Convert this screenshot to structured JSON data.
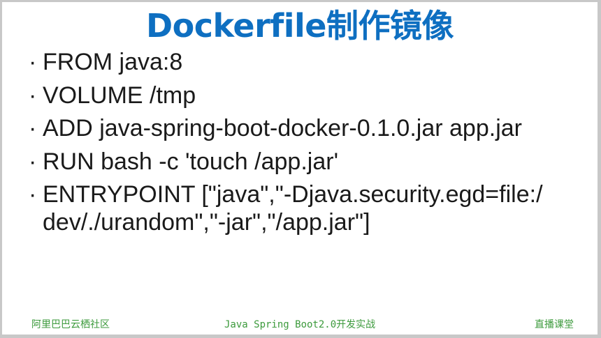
{
  "slide": {
    "title": "Dockerfile制作镜像",
    "bullet_symbol": "·",
    "bullets": [
      "FROM java:8",
      "VOLUME /tmp",
      "ADD java-spring-boot-docker-0.1.0.jar app.jar",
      "RUN bash -c 'touch /app.jar'",
      "ENTRYPOINT [\"java\",\"-Djava.security.egd=file:/dev/./urandom\",\"-jar\",\"/app.jar\"]"
    ],
    "footer": {
      "left": "阿里巴巴云栖社区",
      "center": "Java Spring Boot2.0开发实战",
      "right": "直播课堂"
    }
  }
}
